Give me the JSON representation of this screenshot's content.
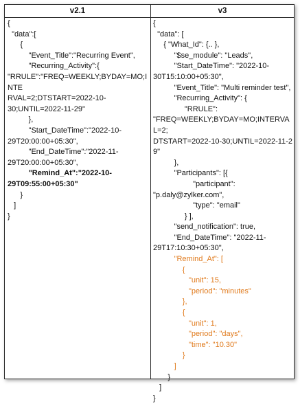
{
  "header": {
    "left_title": "v2.1",
    "right_title": "v3"
  },
  "colors": {
    "highlight": "#e07a1c",
    "border": "#2a2a2a"
  },
  "left_lines": [
    {
      "text": "{",
      "style": ""
    },
    {
      "text": "  \"data\":[",
      "style": ""
    },
    {
      "text": "      {",
      "style": ""
    },
    {
      "text": "          \"Event_Title\":\"Recurring Event\",",
      "style": ""
    },
    {
      "text": "          \"Recurring_Activity\":{",
      "style": ""
    },
    {
      "text": "\"RRULE\":\"FREQ=WEEKLY;BYDAY=MO;INTE",
      "style": ""
    },
    {
      "text": "RVAL=2;DTSTART=2022-10-",
      "style": ""
    },
    {
      "text": "30;UNTIL=2022-11-29\"",
      "style": ""
    },
    {
      "text": "          },",
      "style": ""
    },
    {
      "text": "          \"Start_DateTime\":\"2022-10-",
      "style": ""
    },
    {
      "text": "29T20:00:00+05:30\",",
      "style": ""
    },
    {
      "text": "          \"End_DateTime\":\"2022-11-",
      "style": ""
    },
    {
      "text": "29T20:00:00+05:30\",",
      "style": ""
    },
    {
      "text": "          \"Remind_At\":\"2022-10-",
      "style": "bold"
    },
    {
      "text": "29T09:55:00+05:30\"",
      "style": "bold"
    },
    {
      "text": "      }",
      "style": ""
    },
    {
      "text": "   ]",
      "style": ""
    },
    {
      "text": "}",
      "style": ""
    }
  ],
  "right_lines": [
    {
      "text": "{",
      "style": ""
    },
    {
      "text": "  \"data\": [",
      "style": ""
    },
    {
      "text": "     { \"What_Id\": {.. },",
      "style": ""
    },
    {
      "text": "          \"$se_module\": \"Leads\",",
      "style": ""
    },
    {
      "text": "          \"Start_DateTime\": \"2022-10-",
      "style": ""
    },
    {
      "text": "30T15:10:00+05:30\",",
      "style": ""
    },
    {
      "text": "          \"Event_Title\": \"Multi reminder test\",",
      "style": ""
    },
    {
      "text": "          \"Recurring_Activity\": {",
      "style": ""
    },
    {
      "text": "               \"RRULE\":",
      "style": ""
    },
    {
      "text": "\"FREQ=WEEKLY;BYDAY=MO;INTERVAL=2;",
      "style": ""
    },
    {
      "text": "DTSTART=2022-10-30;UNTIL=2022-11-29\"",
      "style": ""
    },
    {
      "text": "          },",
      "style": ""
    },
    {
      "text": "          \"Participants\": [{",
      "style": ""
    },
    {
      "text": "                   \"participant\":",
      "style": ""
    },
    {
      "text": "\"p.daly@zylker.com\",",
      "style": ""
    },
    {
      "text": "                   \"type\": \"email\"",
      "style": ""
    },
    {
      "text": "               } ],",
      "style": ""
    },
    {
      "text": "          \"send_notification\": true,",
      "style": ""
    },
    {
      "text": "          \"End_DateTime\": \"2022-11-",
      "style": ""
    },
    {
      "text": "29T17:10:30+05:30\",",
      "style": ""
    },
    {
      "text": "          \"Remind_At\": [",
      "style": "orange"
    },
    {
      "text": "              {",
      "style": "orange"
    },
    {
      "text": "                 \"unit\": 15,",
      "style": "orange"
    },
    {
      "text": "                 \"period\": \"minutes\"",
      "style": "orange"
    },
    {
      "text": "              },",
      "style": "orange"
    },
    {
      "text": "              {",
      "style": "orange"
    },
    {
      "text": "                 \"unit\": 1,",
      "style": "orange"
    },
    {
      "text": "                 \"period\": \"days\",",
      "style": "orange"
    },
    {
      "text": "                 \"time\": \"10.30\"",
      "style": "orange"
    },
    {
      "text": "              }",
      "style": "orange"
    },
    {
      "text": "          ]",
      "style": "orange"
    },
    {
      "text": "       }",
      "style": ""
    },
    {
      "text": "   ]",
      "style": ""
    },
    {
      "text": "}",
      "style": ""
    }
  ]
}
